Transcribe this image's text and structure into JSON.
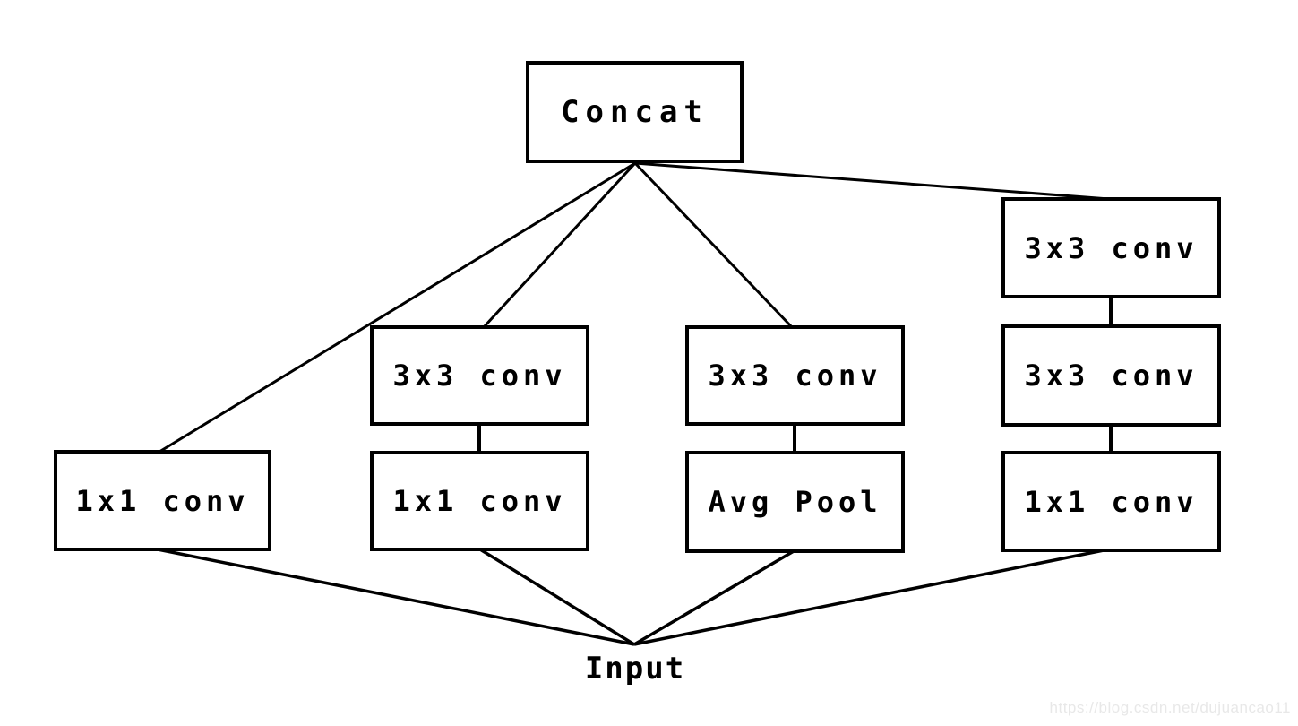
{
  "colors": {
    "background": "#ffffff",
    "line": "#000000",
    "box_border": "#000000",
    "text": "#000000",
    "watermark": "#e8e8e8"
  },
  "diagram": {
    "type": "neural-network-block-diagram",
    "output_node": {
      "label": "Concat"
    },
    "input_label": "Input",
    "branches": [
      {
        "name": "branch-1",
        "boxes": [
          "1x1 conv"
        ]
      },
      {
        "name": "branch-2",
        "boxes": [
          "3x3 conv",
          "1x1 conv"
        ]
      },
      {
        "name": "branch-3",
        "boxes": [
          "3x3 conv",
          "Avg Pool"
        ]
      },
      {
        "name": "branch-4",
        "boxes": [
          "3x3 conv",
          "3x3 conv",
          "1x1 conv"
        ]
      }
    ],
    "watermark": "https://blog.csdn.net/dujuancao11"
  }
}
